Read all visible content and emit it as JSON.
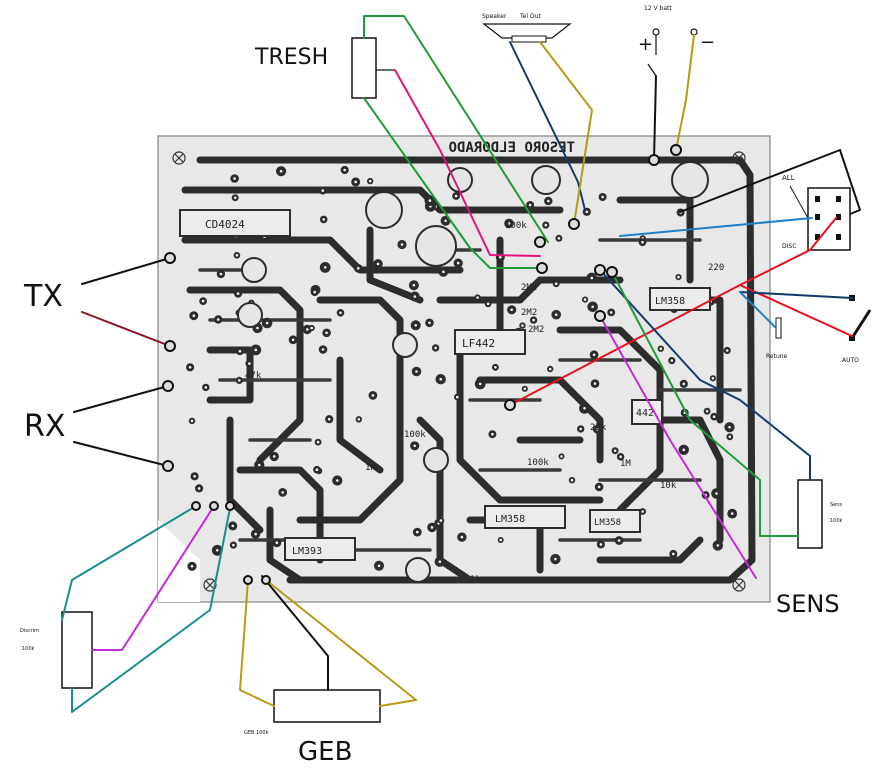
{
  "labels": {
    "tresh": "TRESH",
    "tx": "TX",
    "rx": "RX",
    "sens": "SENS",
    "geb": "GEB",
    "speaker": "Speaker",
    "tel_out": "Tel Out",
    "battery": "12 V batt",
    "plus": "+",
    "minus": "−",
    "all": "ALL",
    "disc": "DISC",
    "retune": "Retune",
    "auto": "AUTO",
    "discrim": "Discrim",
    "discrim_value": "100k",
    "sens_value": "Sens",
    "sens_ohm": "100k",
    "geb_value": "GEB 100k"
  },
  "board": {
    "title": "TESORO ELDORADO",
    "ic_labels": [
      "CD4024",
      "LF442",
      "LM358",
      "LM358",
      "LM393",
      "442",
      "LM358"
    ],
    "comp_labels": [
      "2M2",
      "2M2",
      "2M2",
      "100k",
      "10k",
      "1k",
      "47k",
      "220",
      "1M",
      "100k",
      "100k",
      "22k",
      "1N"
    ]
  },
  "colors": {
    "trace": "#2d2d2d",
    "board": "#e6e6e6",
    "wire_green": "#1f9b3a",
    "wire_magenta": "#e0137e",
    "wire_red": "#e8111b",
    "wire_blue": "#1f7fc9",
    "wire_navy": "#123a6b",
    "wire_yellow": "#b79a15",
    "wire_purple": "#c22bd6",
    "wire_teal": "#1b8f8b"
  }
}
